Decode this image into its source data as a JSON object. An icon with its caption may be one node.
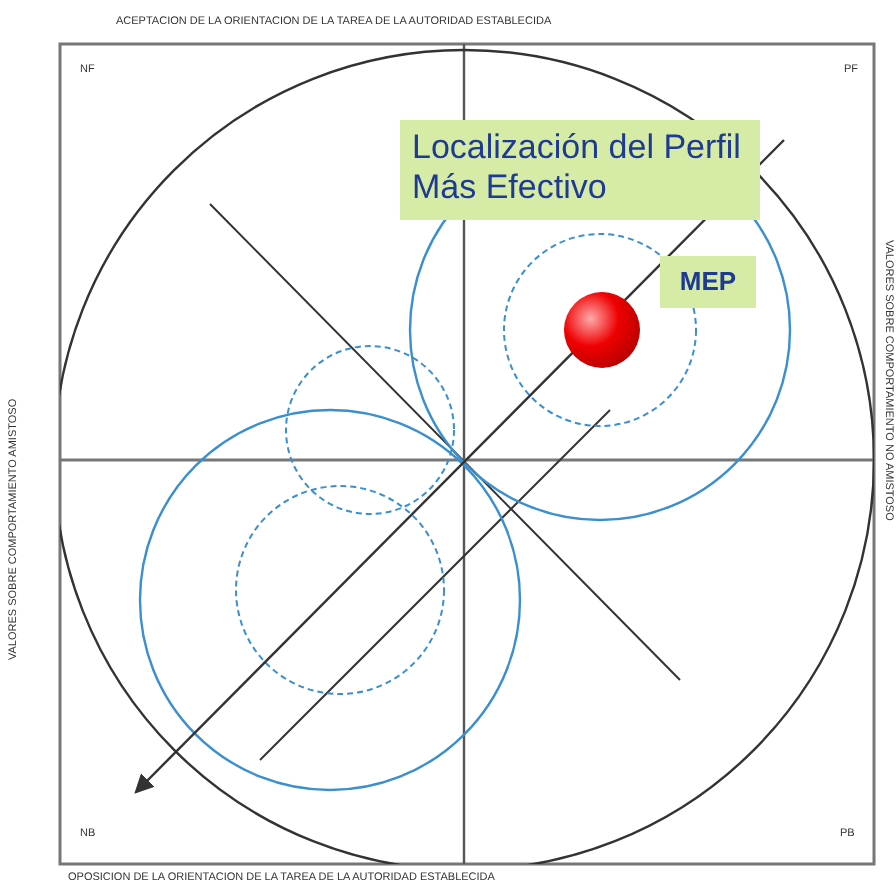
{
  "diagram": {
    "nodes": [
      {
        "text": [
          "Localización del Perfil Más Efectivo"
        ]
      },
      {
        "text": [
          "MEP"
        ]
      },
      {
        "text": [],
        "shape": "circle"
      }
    ],
    "edges": [],
    "labels": [
      "ACEPTACION DE LA ORIENTACION DE LA TAREA DE LA AUTORIDAD ESTABLECIDA",
      "NF",
      "PF",
      "VALORES SOBRE COMPORTAMIENTO AMISTOSO",
      "VALORES SOBRE COMPORTAMIENTO NO AMISTOSO",
      "NB",
      "PB",
      "OPOSICION DE LA ORIENTACION DE LA TAREA DE LA AUTORIDAD ESTABLECIDA"
    ]
  }
}
